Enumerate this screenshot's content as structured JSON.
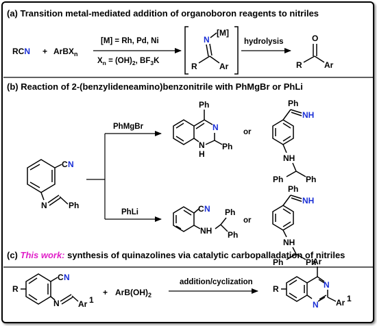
{
  "section_a": {
    "title": "(a) Transition metal-mediated addition of organoboron reagents to nitriles",
    "reagent1_pre": "RC",
    "reagent1_N": "N",
    "plus": "+",
    "reagent2_pre": "ArBX",
    "reagent2_sub": "n",
    "cond_top": "[M] = Rh, Pd, Ni",
    "cond_bottom_pre": "X",
    "cond_bottom_sub1": "n",
    "cond_bottom_mid": " = (OH)",
    "cond_bottom_sub2": "2",
    "cond_bottom_post": ", BF",
    "cond_bottom_sub3": "3",
    "cond_bottom_end": "K",
    "int_N": "N",
    "int_M": "[M]",
    "int_R": "R",
    "int_Ar": "Ar",
    "hydrolysis": "hydrolysis",
    "prod_O": "O",
    "prod_R": "R",
    "prod_Ar": "Ar"
  },
  "section_b": {
    "title": "(b) Reaction of 2-(benzylideneamino)benzonitrile with PhMgBr or PhLi",
    "sm_CN_C": "C",
    "sm_CN_N": "N",
    "sm_N": "N",
    "sm_Ph": "Ph",
    "reagent_top": "PhMgBr",
    "reagent_bottom": "PhLi",
    "or1": "or",
    "or2": "or",
    "q_Ph_top": "Ph",
    "q_N": "N",
    "q_NH_N": "N",
    "q_NH_H": "H",
    "q_Ph2": "Ph",
    "imine_Ph": "Ph",
    "imine_NH": "NH",
    "amine_NH": "NH",
    "amine_Ph_l": "Ph",
    "amine_Ph_r": "Ph",
    "b2_CN_C": "C",
    "b2_CN_N": "N",
    "b2_NH": "NH",
    "b2_Ph1": "Ph",
    "b2_Ph2": "Ph",
    "imine2_Ph": "Ph",
    "imine2_NH": "NH",
    "amine2_NH": "NH",
    "amine2_Ph_l": "Ph",
    "amine2_Ph_r": "Ph"
  },
  "section_c": {
    "title_prefix": "(c) ",
    "title_highlight": "This work:",
    "title_rest": " synthesis of quinazolines via catalytic carbopalladation of nitriles",
    "sm_R": "R",
    "sm_CN_C": "C",
    "sm_CN_N": "N",
    "sm_N": "N",
    "sm_Ar": "Ar",
    "sm_Ar_sup": "1",
    "plus": "+",
    "reagent_pre": "ArB(OH)",
    "reagent_sub": "2",
    "arrow_label": "addition/cyclization",
    "prod_Ar": "Ar",
    "prod_R": "R",
    "prod_N1": "N",
    "prod_N2": "N",
    "prod_Ar1": "Ar",
    "prod_Ar1_sup": "1"
  }
}
